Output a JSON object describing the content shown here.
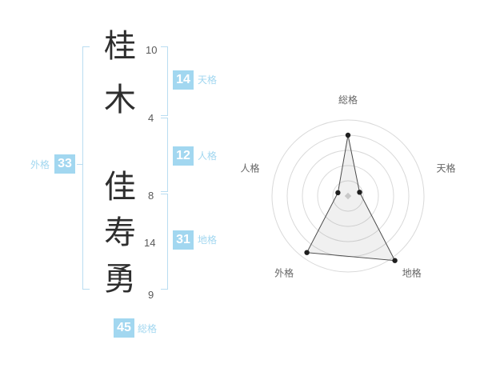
{
  "page": {
    "background": "#ffffff"
  },
  "name_panel": {
    "characters": [
      {
        "char": "桂",
        "strokes": "10"
      },
      {
        "char": "木",
        "strokes": "4"
      },
      {
        "char": "佳",
        "strokes": "8"
      },
      {
        "char": "寿",
        "strokes": "14"
      },
      {
        "char": "勇",
        "strokes": "9"
      }
    ],
    "kaku": {
      "tenkaku": {
        "label": "天格",
        "value": "14"
      },
      "jinkaku": {
        "label": "人格",
        "value": "12"
      },
      "chikaku": {
        "label": "地格",
        "value": "31"
      },
      "gaikaku": {
        "label": "外格",
        "value": "33"
      },
      "soukaku": {
        "label": "総格",
        "value": "45"
      }
    },
    "accent_color": "#a2d7f0",
    "bracket_color": "#b9ddf1"
  },
  "chart_data": {
    "type": "radar",
    "axes": [
      "総格",
      "天格",
      "地格",
      "外格",
      "人格"
    ],
    "values": [
      80,
      16,
      105,
      92,
      14
    ],
    "max": 100,
    "rings": 5,
    "legend": "none",
    "grid": "concentric-circles",
    "ring_color": "#d9d9d9",
    "polygon_fill": "rgba(110,110,110,0.10)",
    "polygon_stroke": "#4a4a4a",
    "point_color": "#1f1f1f",
    "label_color": "#666666",
    "center_marker_color": "#c9c9c9"
  }
}
